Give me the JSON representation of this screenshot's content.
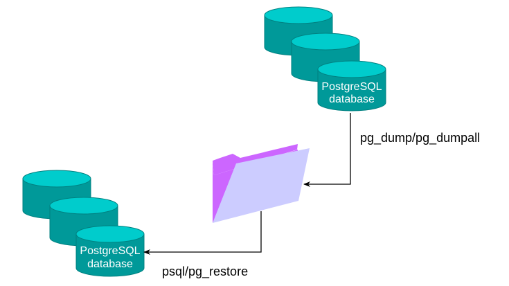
{
  "diagram": {
    "source_db": {
      "line1": "PostgreSQL",
      "line2": "database"
    },
    "target_db": {
      "line1": "PostgreSQL",
      "line2": "database"
    },
    "dump_label": "pg_dump/pg_dumpall",
    "restore_label": "psql/pg_restore"
  },
  "colors": {
    "cylinder_body": "#009999",
    "cylinder_top": "#00cccc",
    "cylinder_stroke": "#008080",
    "folder_back": "#cc66ff",
    "folder_front": "#ccccff",
    "connector": "#000000"
  }
}
